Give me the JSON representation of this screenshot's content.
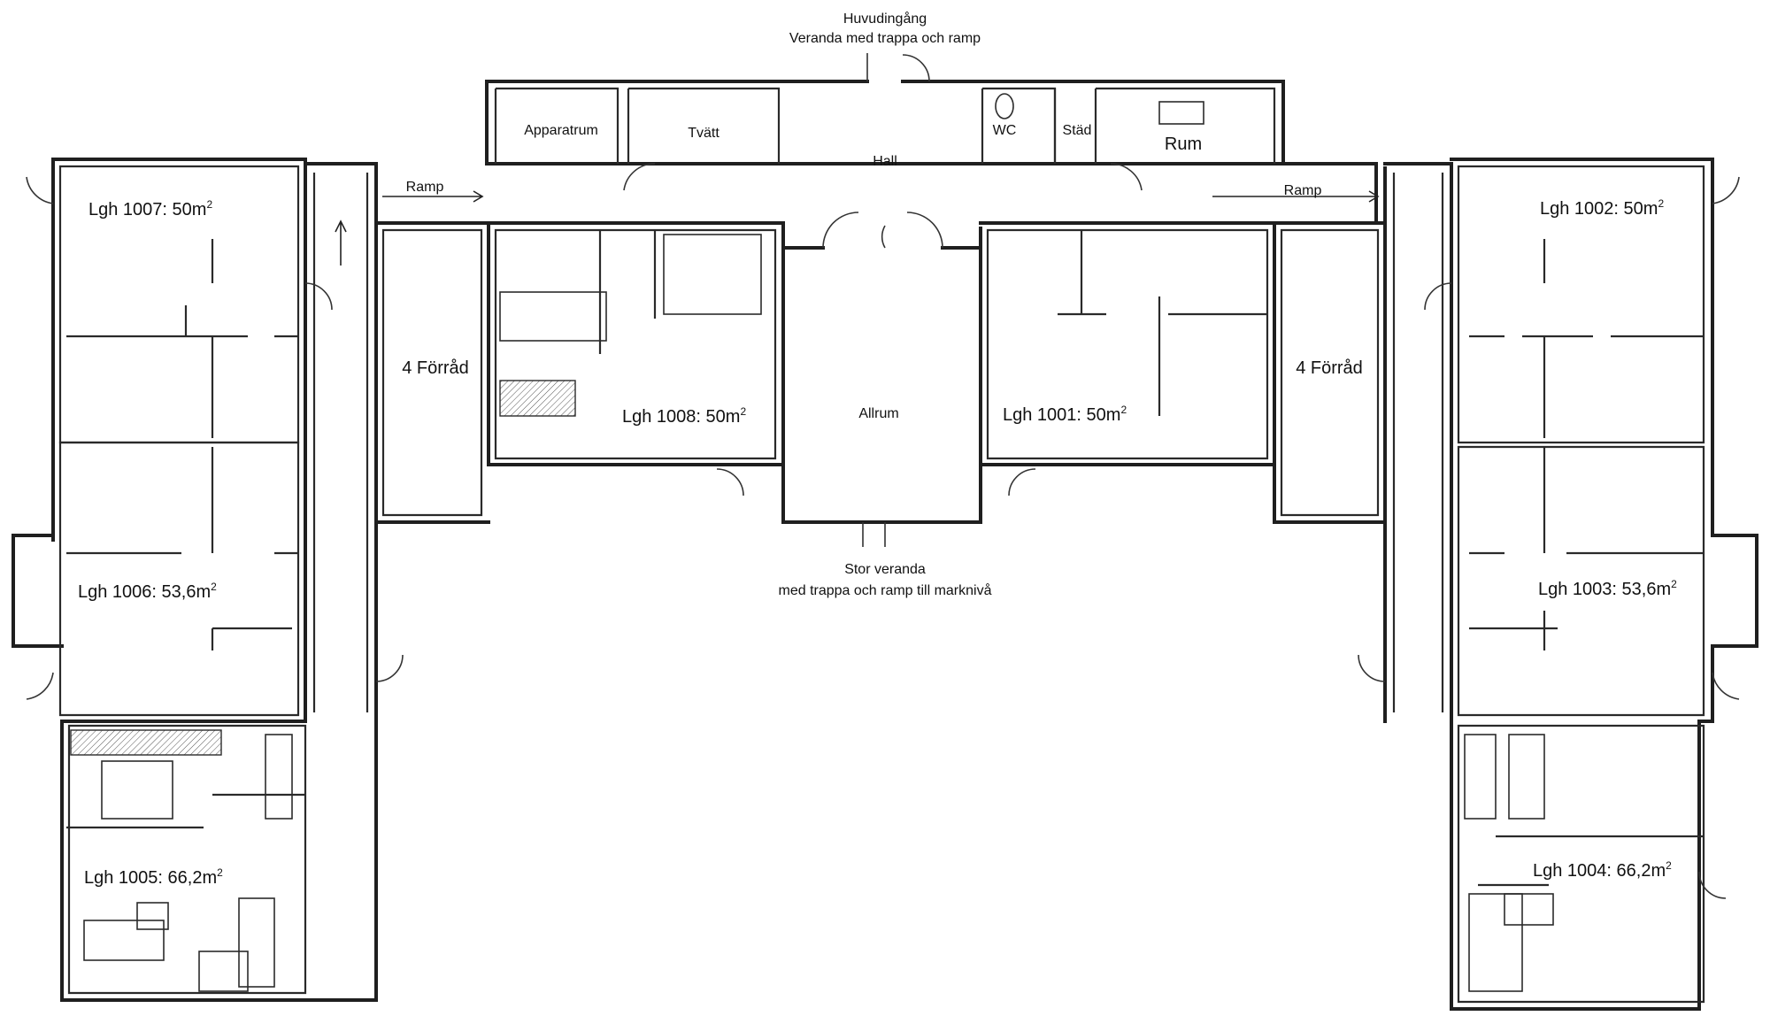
{
  "plan": {
    "captions": {
      "entrance_line1": "Huvudingång",
      "entrance_line2": "Veranda med trappa och ramp",
      "veranda_line1": "Stor veranda",
      "veranda_line2": "med trappa och ramp till marknivå"
    },
    "rooms": {
      "apparatrum": "Apparatrum",
      "tvatt": "Tvätt",
      "hall": "Hall",
      "wc": "WC",
      "stad": "Städ",
      "rum": "Rum",
      "ramp_left": "Ramp",
      "ramp_right": "Ramp",
      "forrad_left": "4 Förråd",
      "forrad_right": "4 Förråd",
      "allrum": "Allrum"
    },
    "apartments": {
      "lgh1007": {
        "name": "Lgh 1007: 50m",
        "sup": "2"
      },
      "lgh1006": {
        "name": "Lgh 1006: 53,6m",
        "sup": "2"
      },
      "lgh1005": {
        "name": "Lgh 1005: 66,2m",
        "sup": "2"
      },
      "lgh1008": {
        "name": "Lgh 1008: 50m",
        "sup": "2"
      },
      "lgh1001": {
        "name": "Lgh 1001: 50m",
        "sup": "2"
      },
      "lgh1002": {
        "name": "Lgh 1002: 50m",
        "sup": "2"
      },
      "lgh1003": {
        "name": "Lgh 1003: 53,6m",
        "sup": "2"
      },
      "lgh1004": {
        "name": "Lgh 1004: 66,2m",
        "sup": "2"
      }
    }
  }
}
